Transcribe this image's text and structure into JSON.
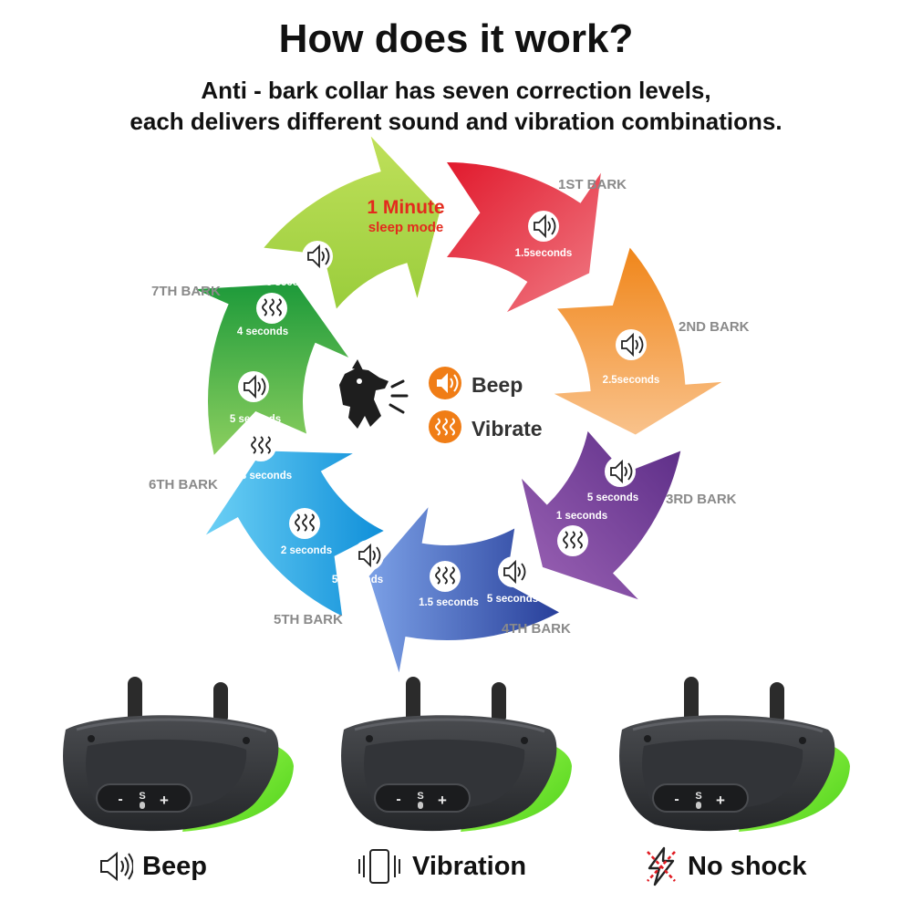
{
  "header": {
    "title": "How does it work?",
    "line1": "Anti - bark collar has seven correction levels,",
    "line2": "each delivers different sound and vibration combinations."
  },
  "sleep": {
    "line1": "1 Minute",
    "line2": "sleep mode"
  },
  "legend": {
    "beep": "Beep",
    "vibrate": "Vibrate"
  },
  "barks": {
    "b1": {
      "label": "1ST BARK",
      "t1": "1.5seconds"
    },
    "b2": {
      "label": "2ND BARK",
      "t1": "2.5seconds"
    },
    "b3": {
      "label": "3RD BARK",
      "t1": "5 seconds",
      "t2": "1  seconds"
    },
    "b4": {
      "label": "4TH BARK",
      "t1": "5 seconds",
      "t2": "1.5 seconds"
    },
    "b5": {
      "label": "5TH BARK",
      "t1": "5 seconds",
      "t2": "2 seconds"
    },
    "b6": {
      "label": "6TH BARK",
      "t1": "5 seconds",
      "t2": "3 seconds"
    },
    "b7": {
      "label": "7TH BARK",
      "t1": "5 seconds",
      "t2": "4 seconds"
    }
  },
  "collar_buttons": {
    "minus": "-",
    "s": "S",
    "plus": "+"
  },
  "features": {
    "beep": "Beep",
    "vibration": "Vibration",
    "noshock": "No shock"
  },
  "colors": {
    "yellow": "#f2e20a",
    "red": "#e0283a",
    "orange": "#f29524",
    "purple": "#7a3d98",
    "blue": "#3f6dc6",
    "cyan": "#22a6e2",
    "green": "#3db24a",
    "lime": "#9cc92c",
    "icon_orange": "#f07d16",
    "collar_green": "#7cf52a"
  },
  "icons": [
    "speaker-icon",
    "vibration-waves-icon",
    "barking-dog-icon",
    "phone-vibration-icon",
    "no-shock-icon"
  ]
}
